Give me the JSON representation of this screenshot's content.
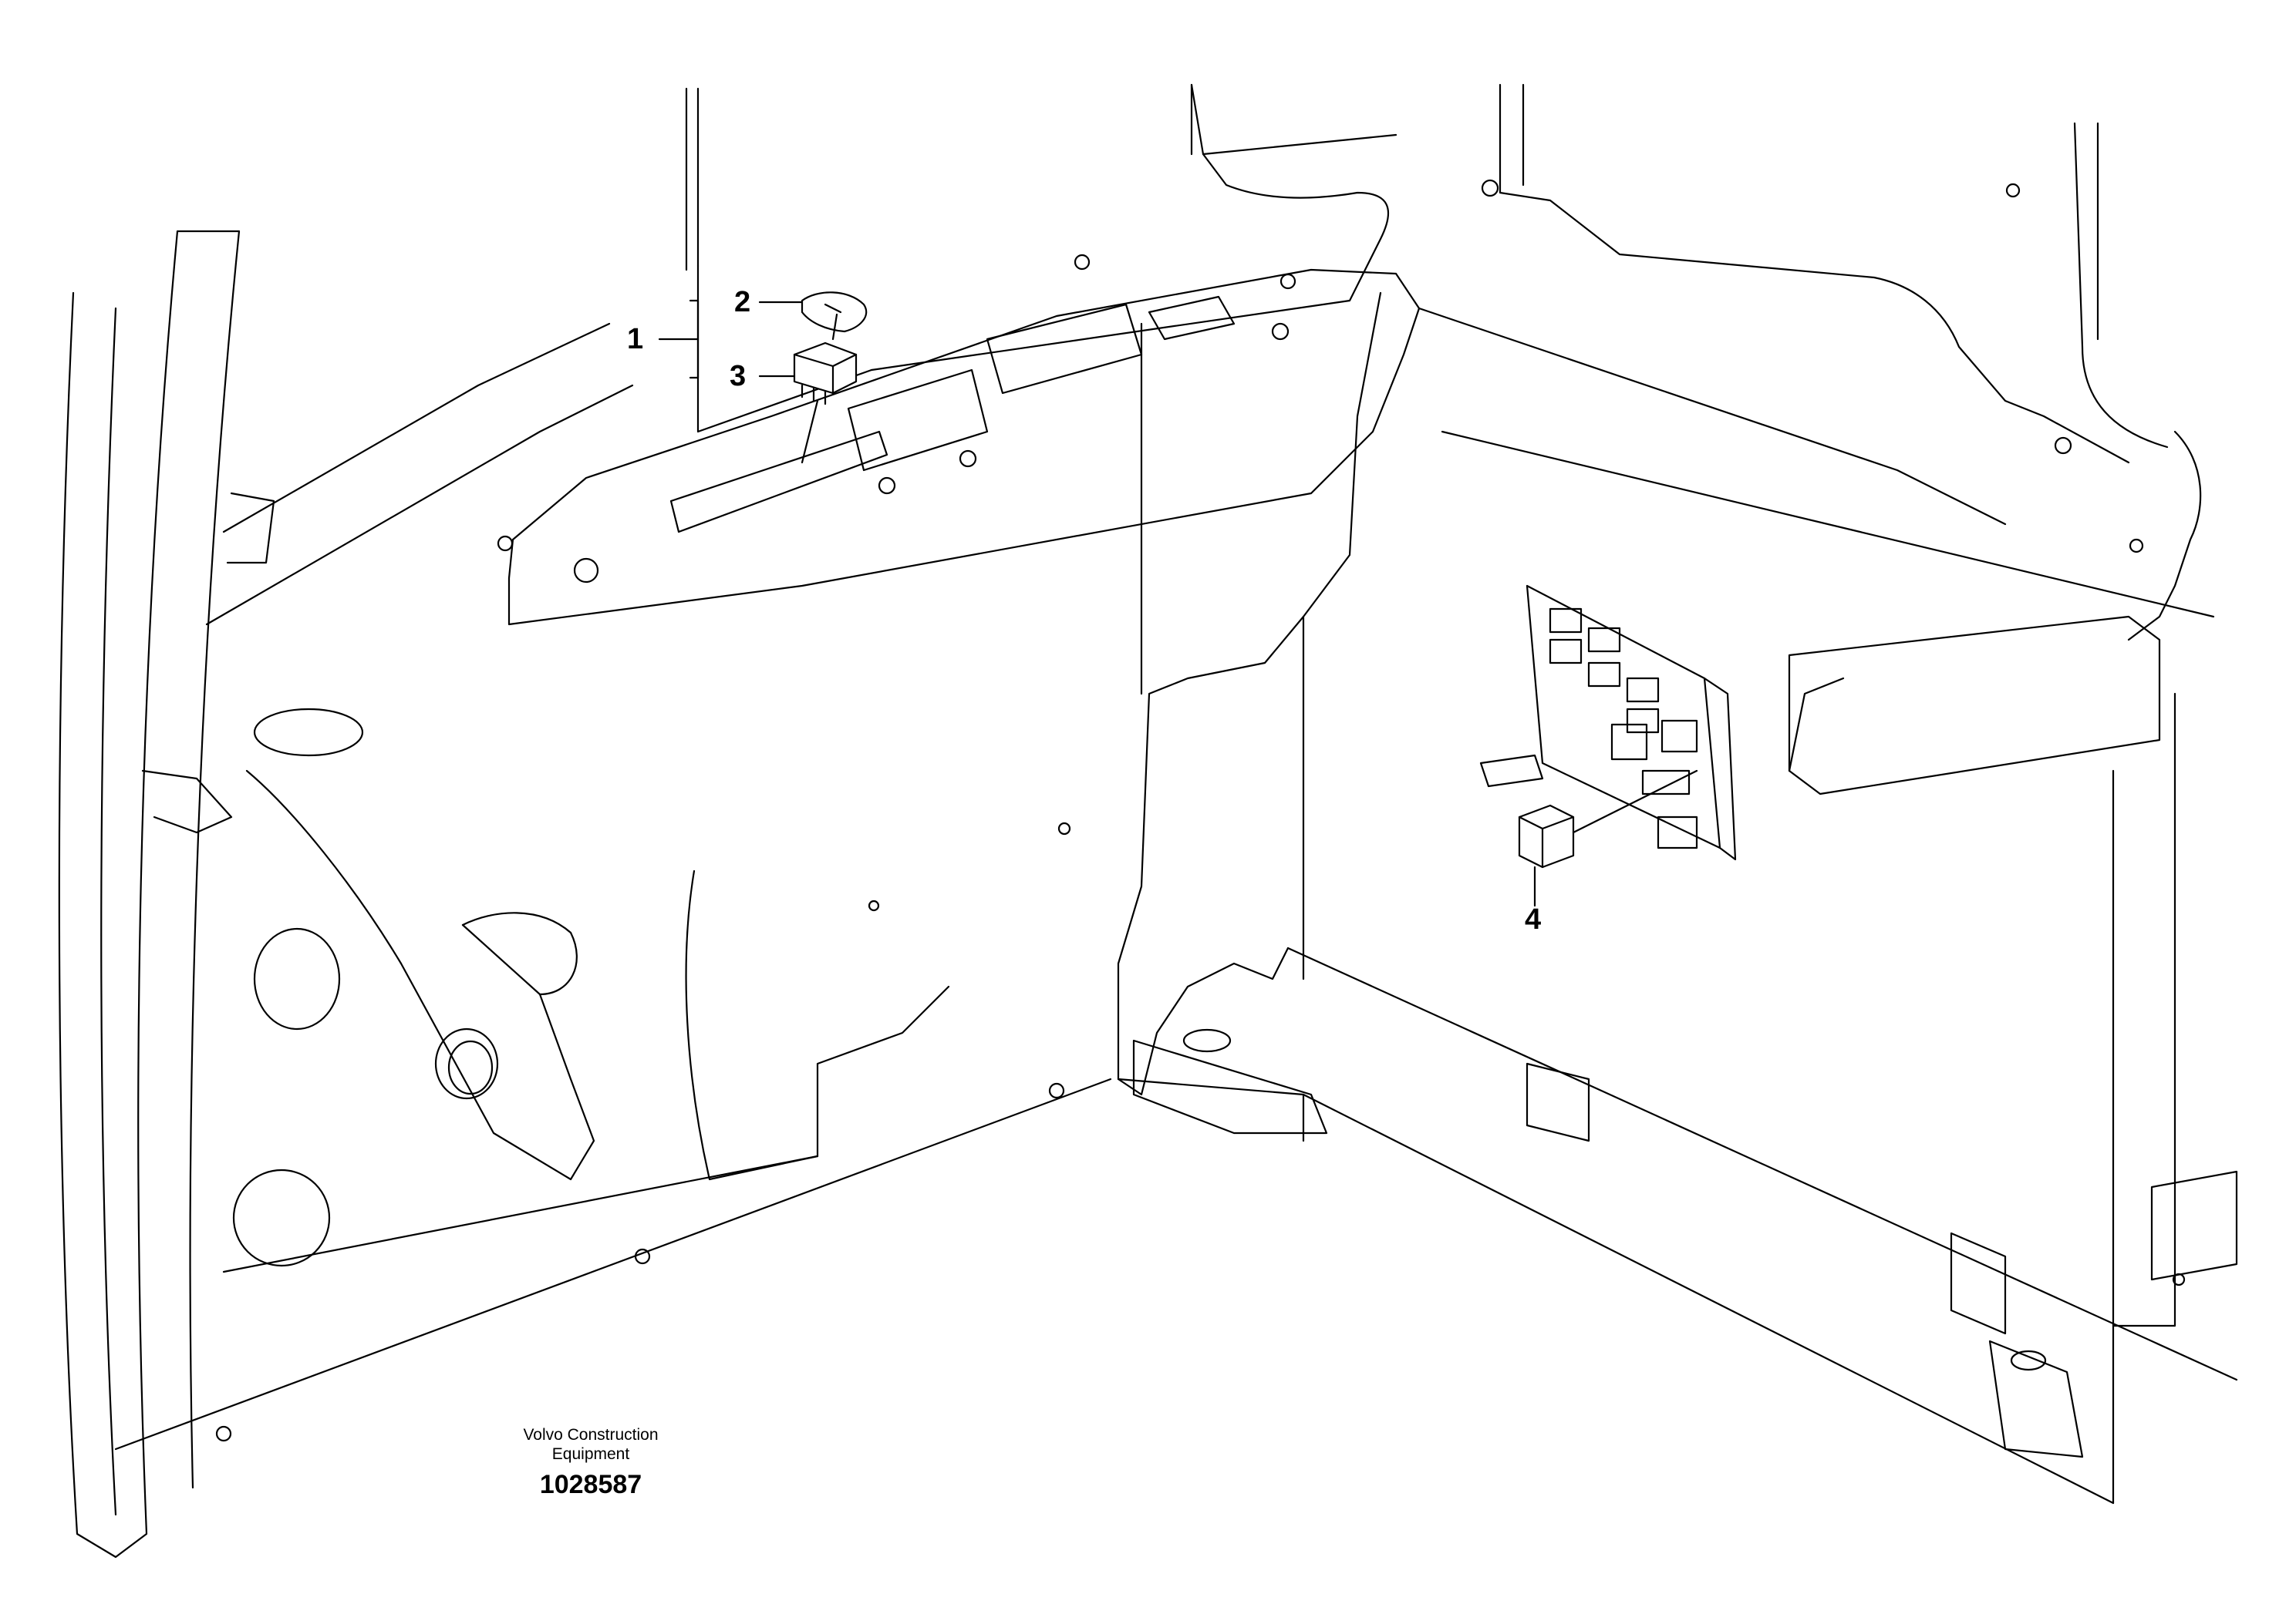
{
  "callouts": {
    "c1": "1",
    "c2": "2",
    "c3": "3",
    "c4": "4"
  },
  "footer": {
    "company_line1": "Volvo Construction",
    "company_line2": "Equipment",
    "drawing_number": "1028587"
  },
  "colors": {
    "line": "#000000",
    "background": "#ffffff"
  }
}
